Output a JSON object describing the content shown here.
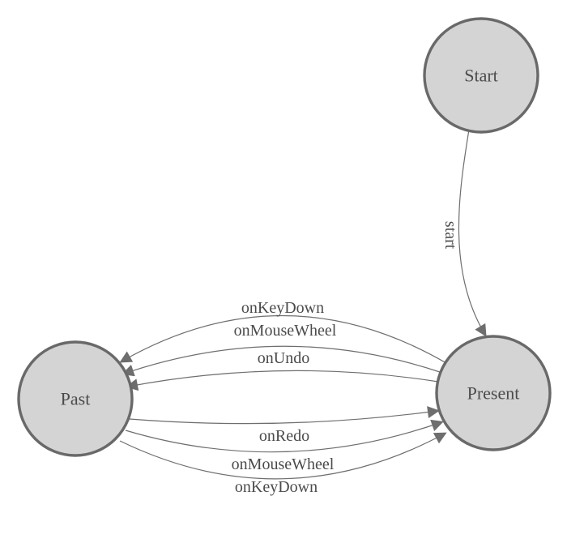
{
  "diagram": {
    "type": "state-machine",
    "background": "#ffffff",
    "node_fill": "#d4d4d4",
    "node_stroke": "#696969",
    "edge_color": "#6e6e6e",
    "label_color": "#4b4b4b",
    "nodes": [
      {
        "id": "start",
        "label": "Start"
      },
      {
        "id": "present",
        "label": "Present"
      },
      {
        "id": "past",
        "label": "Past"
      }
    ],
    "edges": [
      {
        "from": "Start",
        "to": "Present",
        "label": "start"
      },
      {
        "from": "Present",
        "to": "Past",
        "label": "onKeyDown"
      },
      {
        "from": "Present",
        "to": "Past",
        "label": "onMouseWheel"
      },
      {
        "from": "Present",
        "to": "Past",
        "label": "onUndo"
      },
      {
        "from": "Past",
        "to": "Present",
        "label": "onRedo"
      },
      {
        "from": "Past",
        "to": "Present",
        "label": "onMouseWheel"
      },
      {
        "from": "Past",
        "to": "Present",
        "label": "onKeyDown"
      }
    ]
  }
}
